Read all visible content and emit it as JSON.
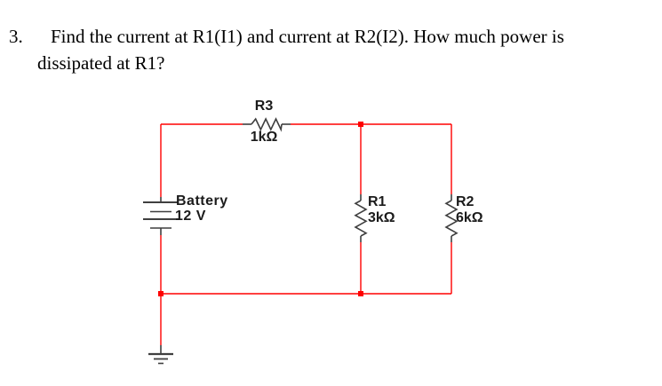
{
  "question": {
    "number": "3.",
    "line1": "Find the current at R1(I1) and current at R2(I2). How much power is",
    "line2": "dissipated at R1?"
  },
  "circuit": {
    "wire_color": "#ff0000",
    "component_color": "#3f3f3f",
    "label_color": "#1b1b1b",
    "battery": {
      "name": "Battery",
      "value": "12 V"
    },
    "resistors": [
      {
        "name": "R3",
        "value": "1kΩ",
        "orientation": "horizontal"
      },
      {
        "name": "R1",
        "value": "3kΩ",
        "orientation": "vertical"
      },
      {
        "name": "R2",
        "value": "6kΩ",
        "orientation": "vertical"
      }
    ]
  }
}
